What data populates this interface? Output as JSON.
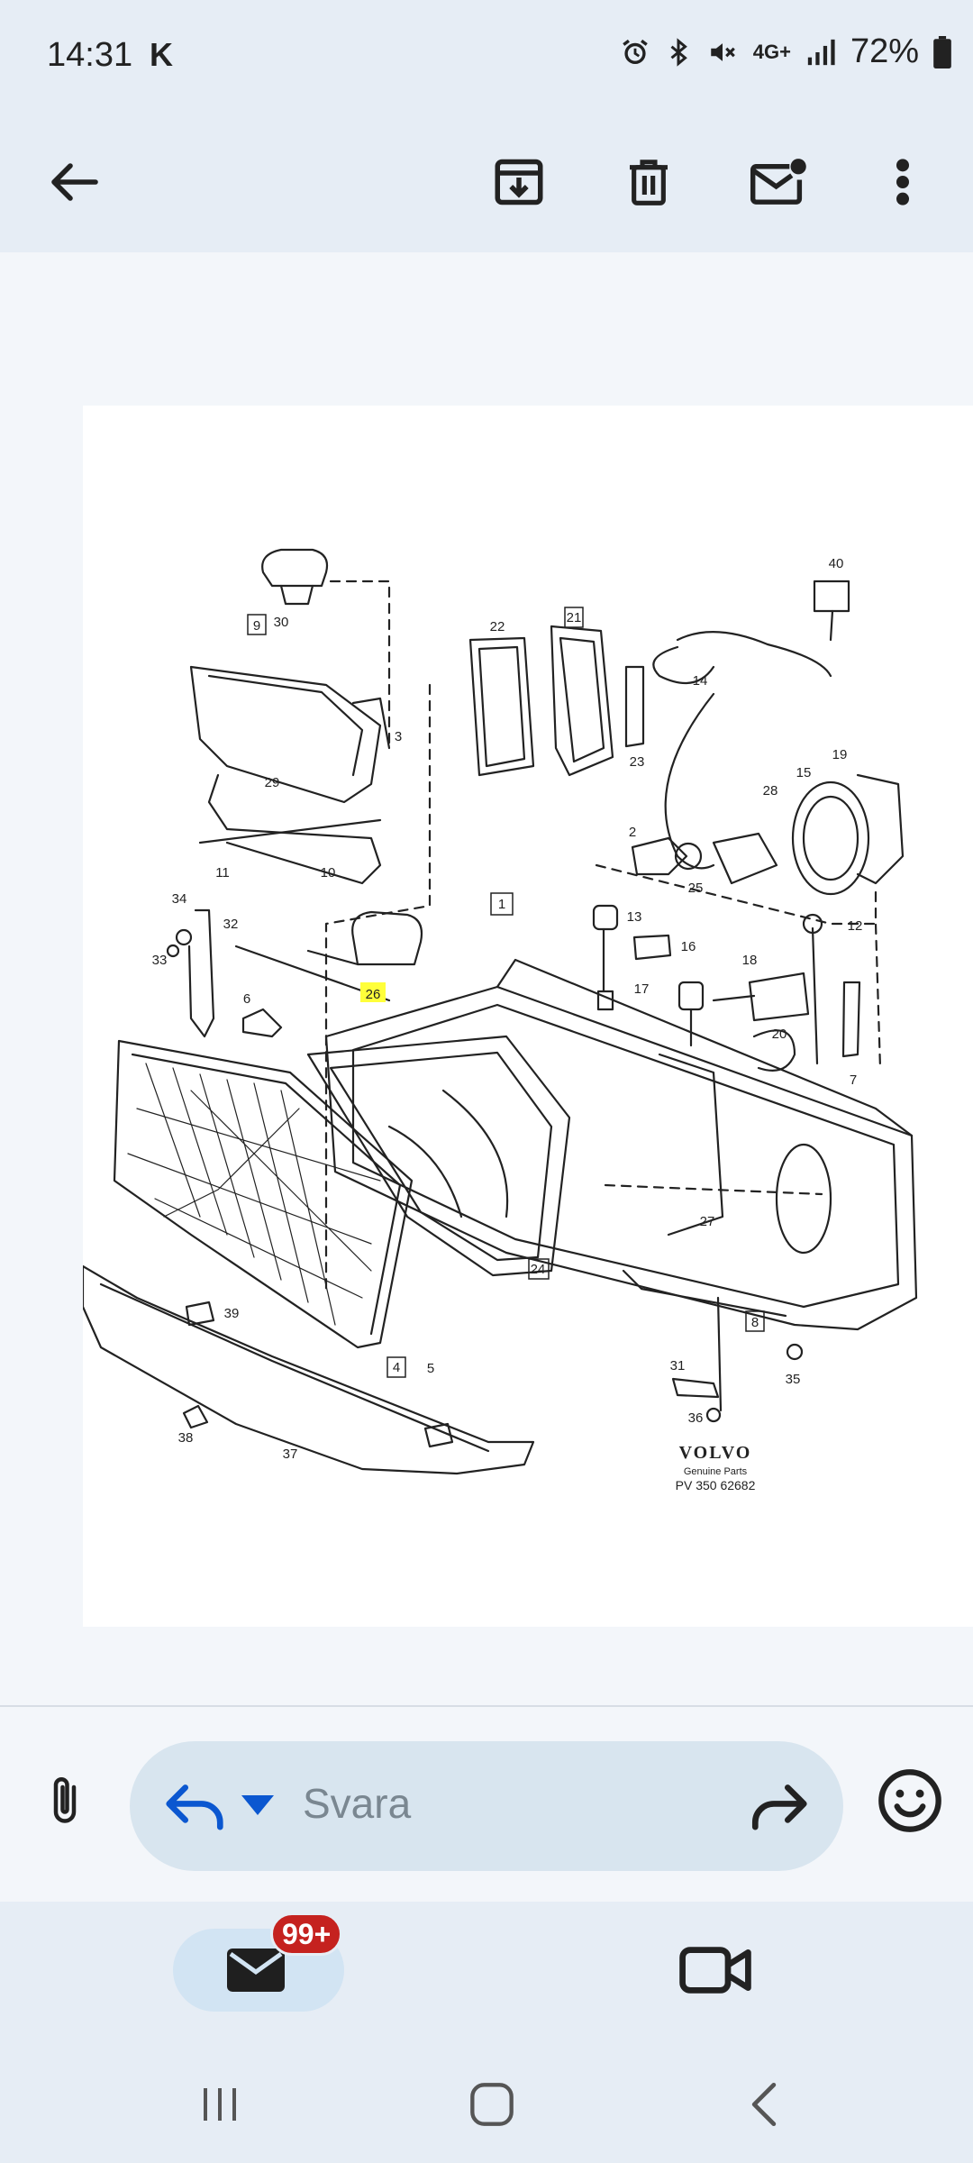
{
  "status_bar": {
    "time": "14:31",
    "carrier": "K",
    "battery": "72%",
    "network": "4G+",
    "icons": [
      "alarm-icon",
      "bluetooth-icon",
      "mute-icon",
      "4g-icon",
      "signal-icon",
      "battery-icon"
    ]
  },
  "toolbar": {
    "icons": [
      "back-arrow-icon",
      "archive-icon",
      "trash-icon",
      "mark-unread-icon",
      "more-vert-icon"
    ]
  },
  "diagram": {
    "part_labels": [
      "30",
      "9",
      "29",
      "3",
      "11",
      "10",
      "22",
      "21",
      "23",
      "14",
      "40",
      "19",
      "15",
      "28",
      "2",
      "25",
      "1",
      "13",
      "16",
      "12",
      "34",
      "32",
      "33",
      "6",
      "26",
      "17",
      "18",
      "20",
      "7",
      "27",
      "24",
      "8",
      "35",
      "31",
      "36",
      "39",
      "38",
      "37",
      "4",
      "5"
    ],
    "brand": "VOLVO",
    "subtitle": "Genuine Parts",
    "part_number": "PV 350 62682"
  },
  "reply_bar": {
    "placeholder": "Svara"
  },
  "bottom_nav": {
    "mail_badge": "99+"
  },
  "colors": {
    "accent": "#0b57d0",
    "badge": "#c5221f",
    "highlight": "#ffff3a",
    "bar_bg": "#e6edf5"
  }
}
